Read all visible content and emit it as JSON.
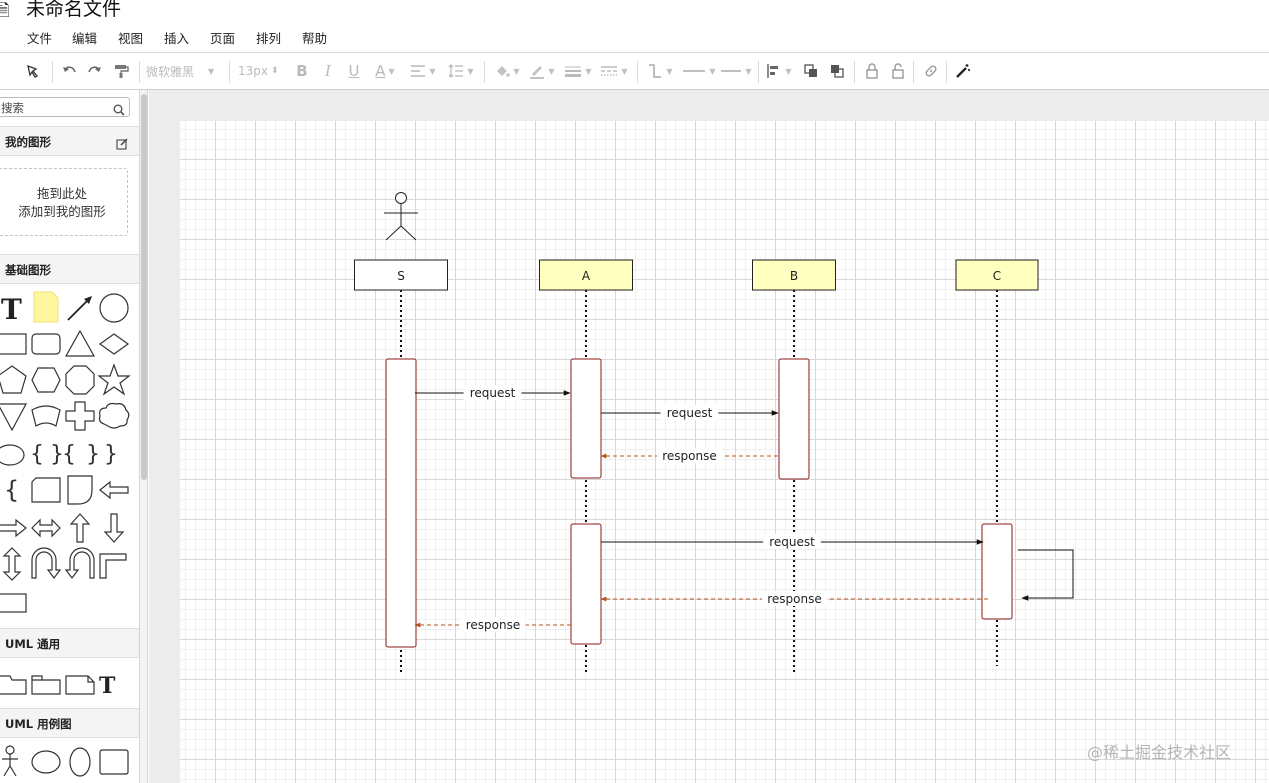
{
  "app": {
    "doc_title": "未命名文件"
  },
  "menu": [
    "文件",
    "编辑",
    "视图",
    "插入",
    "页面",
    "排列",
    "帮助"
  ],
  "toolbar": {
    "font_family": "微软雅黑",
    "font_size": "13px"
  },
  "sidebar": {
    "search_placeholder": "搜索",
    "sections": {
      "mine": "我的图形",
      "basic": "基础图形",
      "uml_general": "UML 通用",
      "uml_usecase": "UML 用例图"
    },
    "drop_zone": {
      "line1": "拖到此处",
      "line2": "添加到我的图形"
    }
  },
  "diagram": {
    "participants": [
      "S",
      "A",
      "B",
      "C"
    ],
    "participant_colors": {
      "S": "#ffffff",
      "A": "#ffffc0",
      "B": "#ffffc0",
      "C": "#ffffc0"
    },
    "messages": [
      {
        "from": "S",
        "to": "A",
        "label": "request",
        "style": "sync"
      },
      {
        "from": "A",
        "to": "B",
        "label": "request",
        "style": "sync"
      },
      {
        "from": "B",
        "to": "A",
        "label": "response",
        "style": "return"
      },
      {
        "from": "A",
        "to": "C",
        "label": "request",
        "style": "sync"
      },
      {
        "from": "C",
        "to": "A",
        "label": "response",
        "style": "return"
      },
      {
        "from": "A",
        "to": "S",
        "label": "response",
        "style": "return"
      }
    ]
  },
  "watermark": "@稀土掘金技术社区"
}
